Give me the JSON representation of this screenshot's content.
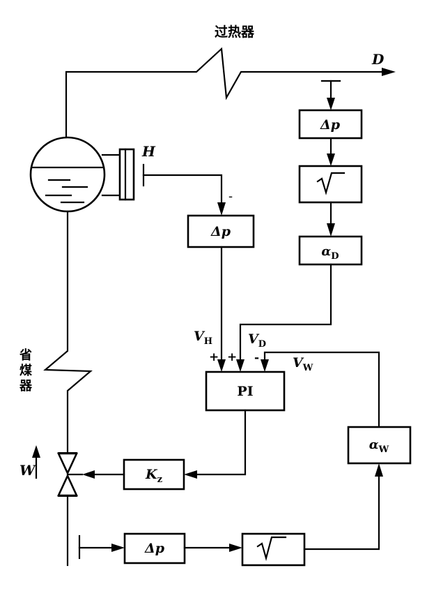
{
  "labels": {
    "superheater": "过热器",
    "economizer": "省煤器",
    "steam_flow": "D",
    "feedwater_flow": "W",
    "level": "H",
    "level_sign": "-",
    "v_h": "VH",
    "v_d": "VD",
    "v_w": "VW",
    "plus_1": "+",
    "plus_2": "+",
    "minus_w": "-"
  },
  "blocks": {
    "dp_steam": "Δp",
    "sqrt_steam": "√",
    "alpha_d": "αD",
    "dp_level": "Δp",
    "pi": "PI",
    "alpha_w": "αW",
    "kz": "Kz",
    "dp_water": "Δp",
    "sqrt_water": "√"
  }
}
